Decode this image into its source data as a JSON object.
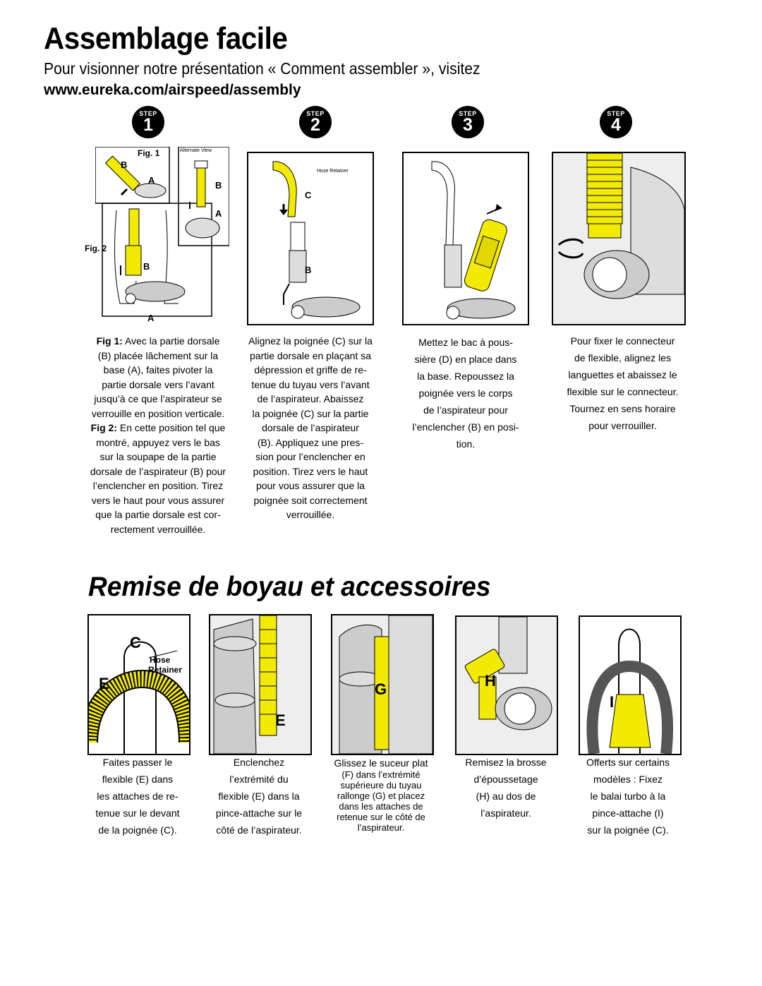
{
  "header": {
    "title": "Assemblage facile",
    "subtitle": "Pour visionner notre présentation « Comment assembler », visitez",
    "url": "www.eureka.com/airspeed/assembly"
  },
  "steps": [
    {
      "step_word": "STEP",
      "number": "1"
    },
    {
      "step_word": "STEP",
      "number": "2"
    },
    {
      "step_word": "STEP",
      "number": "3"
    },
    {
      "step_word": "STEP",
      "number": "4"
    }
  ],
  "step1_figure": {
    "fig1": "Fig. 1",
    "fig2": "Fig. 2",
    "alternate_view": "Alternate View",
    "label_b": "B",
    "label_a": "A"
  },
  "step2_figure": {
    "hose_retainer": "Hose Retainer",
    "label_c": "C",
    "label_b": "B"
  },
  "step1_text": {
    "fig1_label": "Fig 1:",
    "lines": [
      " Avec la partie dorsale",
      "(B) placée lâchement sur la",
      "base (A), faites pivoter la",
      "partie dorsale vers l’avant",
      "jusqu’à ce que l’aspirateur se",
      "verrouille en position verticale."
    ],
    "fig2_label": "Fig 2:",
    "lines2": [
      " En cette position tel que",
      "montré, appuyez vers le bas",
      "sur la soupape de la partie",
      "dorsale de l’aspirateur (B) pour",
      "l’enclencher en position. Tirez",
      "vers le haut pour vous assurer",
      "que la partie dorsale est  cor-",
      "rectement verrouillée."
    ]
  },
  "step2_text": {
    "lines": [
      "Alignez la poignée (C) sur la",
      "partie dorsale en plaçant sa",
      "dépression et griffe de re-",
      "tenue du tuyau vers l’avant",
      "de l’aspirateur. Abaissez",
      "la poignée (C) sur la partie",
      "dorsale de l’aspirateur",
      "(B). Appliquez une pres-",
      "sion pour l’enclencher en",
      "position. Tirez vers le haut",
      "pour vous assurer que la",
      "poignée soit correctement",
      "verrouillée."
    ]
  },
  "step3_text": {
    "lines": [
      "Mettez le bac à pous-",
      "sière (D) en place dans",
      "la base. Repoussez la",
      "poignée vers le corps",
      "de l’aspirateur pour",
      "l’enclencher (B) en posi-",
      "tion."
    ]
  },
  "step4_text": {
    "lines": [
      "Pour fixer le connecteur",
      "de flexible, alignez les",
      "languettes et abaissez le",
      "flexible sur le connecteur.",
      "Tournez en sens horaire",
      "pour verrouiller."
    ]
  },
  "section2": {
    "title": "Remise de boyau et accessoires"
  },
  "acc1": {
    "label_c": "C",
    "label_e": "E",
    "hose": "Hose",
    "retainer": "Retainer",
    "lines": [
      "Faites passer le",
      "flexible (E) dans",
      "les attaches de re-",
      "tenue sur le devant",
      "de la poignée (C)."
    ]
  },
  "acc2": {
    "label_e": "E",
    "lines": [
      "Enclenchez",
      "l’extrémité du",
      "flexible (E) dans la",
      "pince-attache sur le",
      "côté de l’aspirateur."
    ]
  },
  "acc3": {
    "label_g": "G",
    "lines": [
      "Glissez le suceur plat",
      "(F) dans l’extrémité",
      "supérieure du tuyau",
      "rallonge (G) et placez",
      "dans les attaches de",
      "retenue sur le côté de",
      "l’aspirateur."
    ]
  },
  "acc4": {
    "label_h": "H",
    "lines": [
      "Remisez la brosse",
      "d’époussetage",
      "(H) au dos de",
      "l’aspirateur."
    ]
  },
  "acc5": {
    "label_i": "I",
    "lines": [
      "Offerts sur certains",
      "modèles : Fixez",
      "le balai turbo à la",
      "pince-attache (I)",
      "sur la poignée (C)."
    ]
  },
  "colors": {
    "accent_yellow": "#f2ea00",
    "ink": "#000000"
  }
}
